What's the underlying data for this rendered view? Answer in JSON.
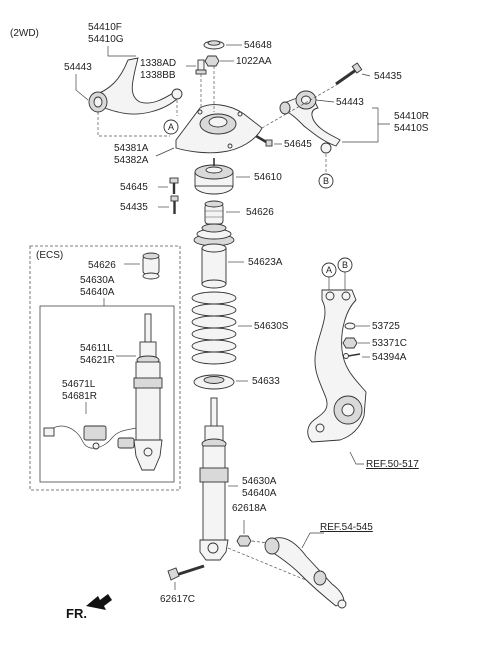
{
  "header": {
    "variant": "(2WD)"
  },
  "ecs_box": {
    "title": "(ECS)"
  },
  "labels": {
    "upper_arm_left_a": "54410F",
    "upper_arm_left_b": "54410G",
    "bushing_left": "54443",
    "bolt_1338ad": "1338AD",
    "bolt_1338bb": "1338BB",
    "cap_54648": "54648",
    "nut_1022aa": "1022AA",
    "bolt_54435_top": "54435",
    "bushing_right": "54443",
    "upper_arm_right_a": "54410R",
    "upper_arm_right_b": "54410S",
    "bracket_a": "54381A",
    "bracket_b": "54382A",
    "bolt_54645_right": "54645",
    "mount_54610": "54610",
    "bolt_54645_left": "54645",
    "bolt_54435_left": "54435",
    "bumper_54626": "54626",
    "boot_54623a": "54623A",
    "ecs_bumper_54626": "54626",
    "ecs_strut_a": "54630A",
    "ecs_strut_b": "54640A",
    "ecs_shock_l": "54611L",
    "ecs_shock_r": "54621R",
    "ecs_sensor_l": "54671L",
    "ecs_sensor_r": "54681R",
    "spring_54630s": "54630S",
    "seat_54633": "54633",
    "strut_a": "54630A",
    "strut_b": "54640A",
    "nut_62618a": "62618A",
    "bolt_62617c": "62617C",
    "washer_53725": "53725",
    "nut_53371c": "53371C",
    "pin_54394a": "54394A",
    "ref_knuckle": "REF.50-517",
    "ref_lower_arm": "REF.54-545",
    "circle_a": "A",
    "circle_b": "B",
    "fr": "FR."
  },
  "colors": {
    "line": "#333333",
    "background": "#ffffff"
  }
}
